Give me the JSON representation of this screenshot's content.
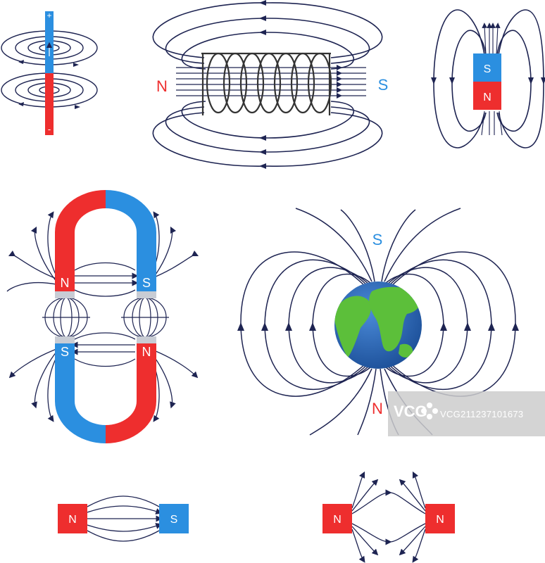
{
  "colors": {
    "line": "#1e2452",
    "north": "#ee2e2e",
    "south": "#2b8fe0",
    "coil": "#333333",
    "ocean": "#2563b0",
    "land": "#5cbf3a"
  },
  "wire": {
    "plus": "+",
    "minus": "-"
  },
  "solenoid": {
    "north": "N",
    "south": "S"
  },
  "bar_magnet": {
    "top": "S",
    "bottom": "N"
  },
  "horseshoe": {
    "top_left": "N",
    "top_right": "S",
    "bottom_left": "S",
    "bottom_right": "N"
  },
  "earth": {
    "top": "S",
    "bottom": "N"
  },
  "attract": {
    "left": "N",
    "right": "S"
  },
  "repel": {
    "left": "N",
    "right": "N"
  },
  "watermark": {
    "logo": "VCG",
    "text": "VCG211237101673"
  }
}
